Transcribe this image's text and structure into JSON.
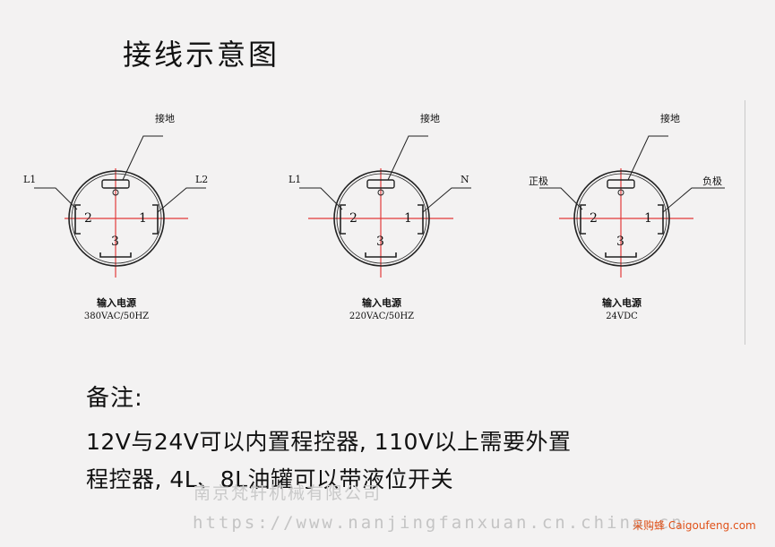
{
  "title": "接线示意图",
  "diagrams": [
    {
      "ground_label": "接地",
      "left_label": "L1",
      "right_label": "L2",
      "pins": [
        "2",
        "1",
        "3"
      ],
      "caption_line1": "输入电源",
      "caption_line2": "380VAC/50HZ"
    },
    {
      "ground_label": "接地",
      "left_label": "L1",
      "right_label": "N",
      "pins": [
        "2",
        "1",
        "3"
      ],
      "caption_line1": "输入电源",
      "caption_line2": "220VAC/50HZ"
    },
    {
      "ground_label": "接地",
      "left_label": "正极",
      "right_label": "负极",
      "pins": [
        "2",
        "1",
        "3"
      ],
      "caption_line1": "输入电源",
      "caption_line2": "24VDC"
    }
  ],
  "notes": {
    "heading": "备注:",
    "line1": "12V与24V可以内置程控器, 110V以上需要外置",
    "line2": "程控器, 4L、8L油罐可以带液位开关"
  },
  "watermarks": {
    "company": "南京梵轩机械有限公司",
    "url": "https://www.nanjingfanxuan.cn.china.cn",
    "site": "采购蜂 Caigoufeng.com"
  },
  "colors": {
    "crosshair": "#e23a3a",
    "line": "#222222",
    "site_watermark": "#e0521a"
  }
}
